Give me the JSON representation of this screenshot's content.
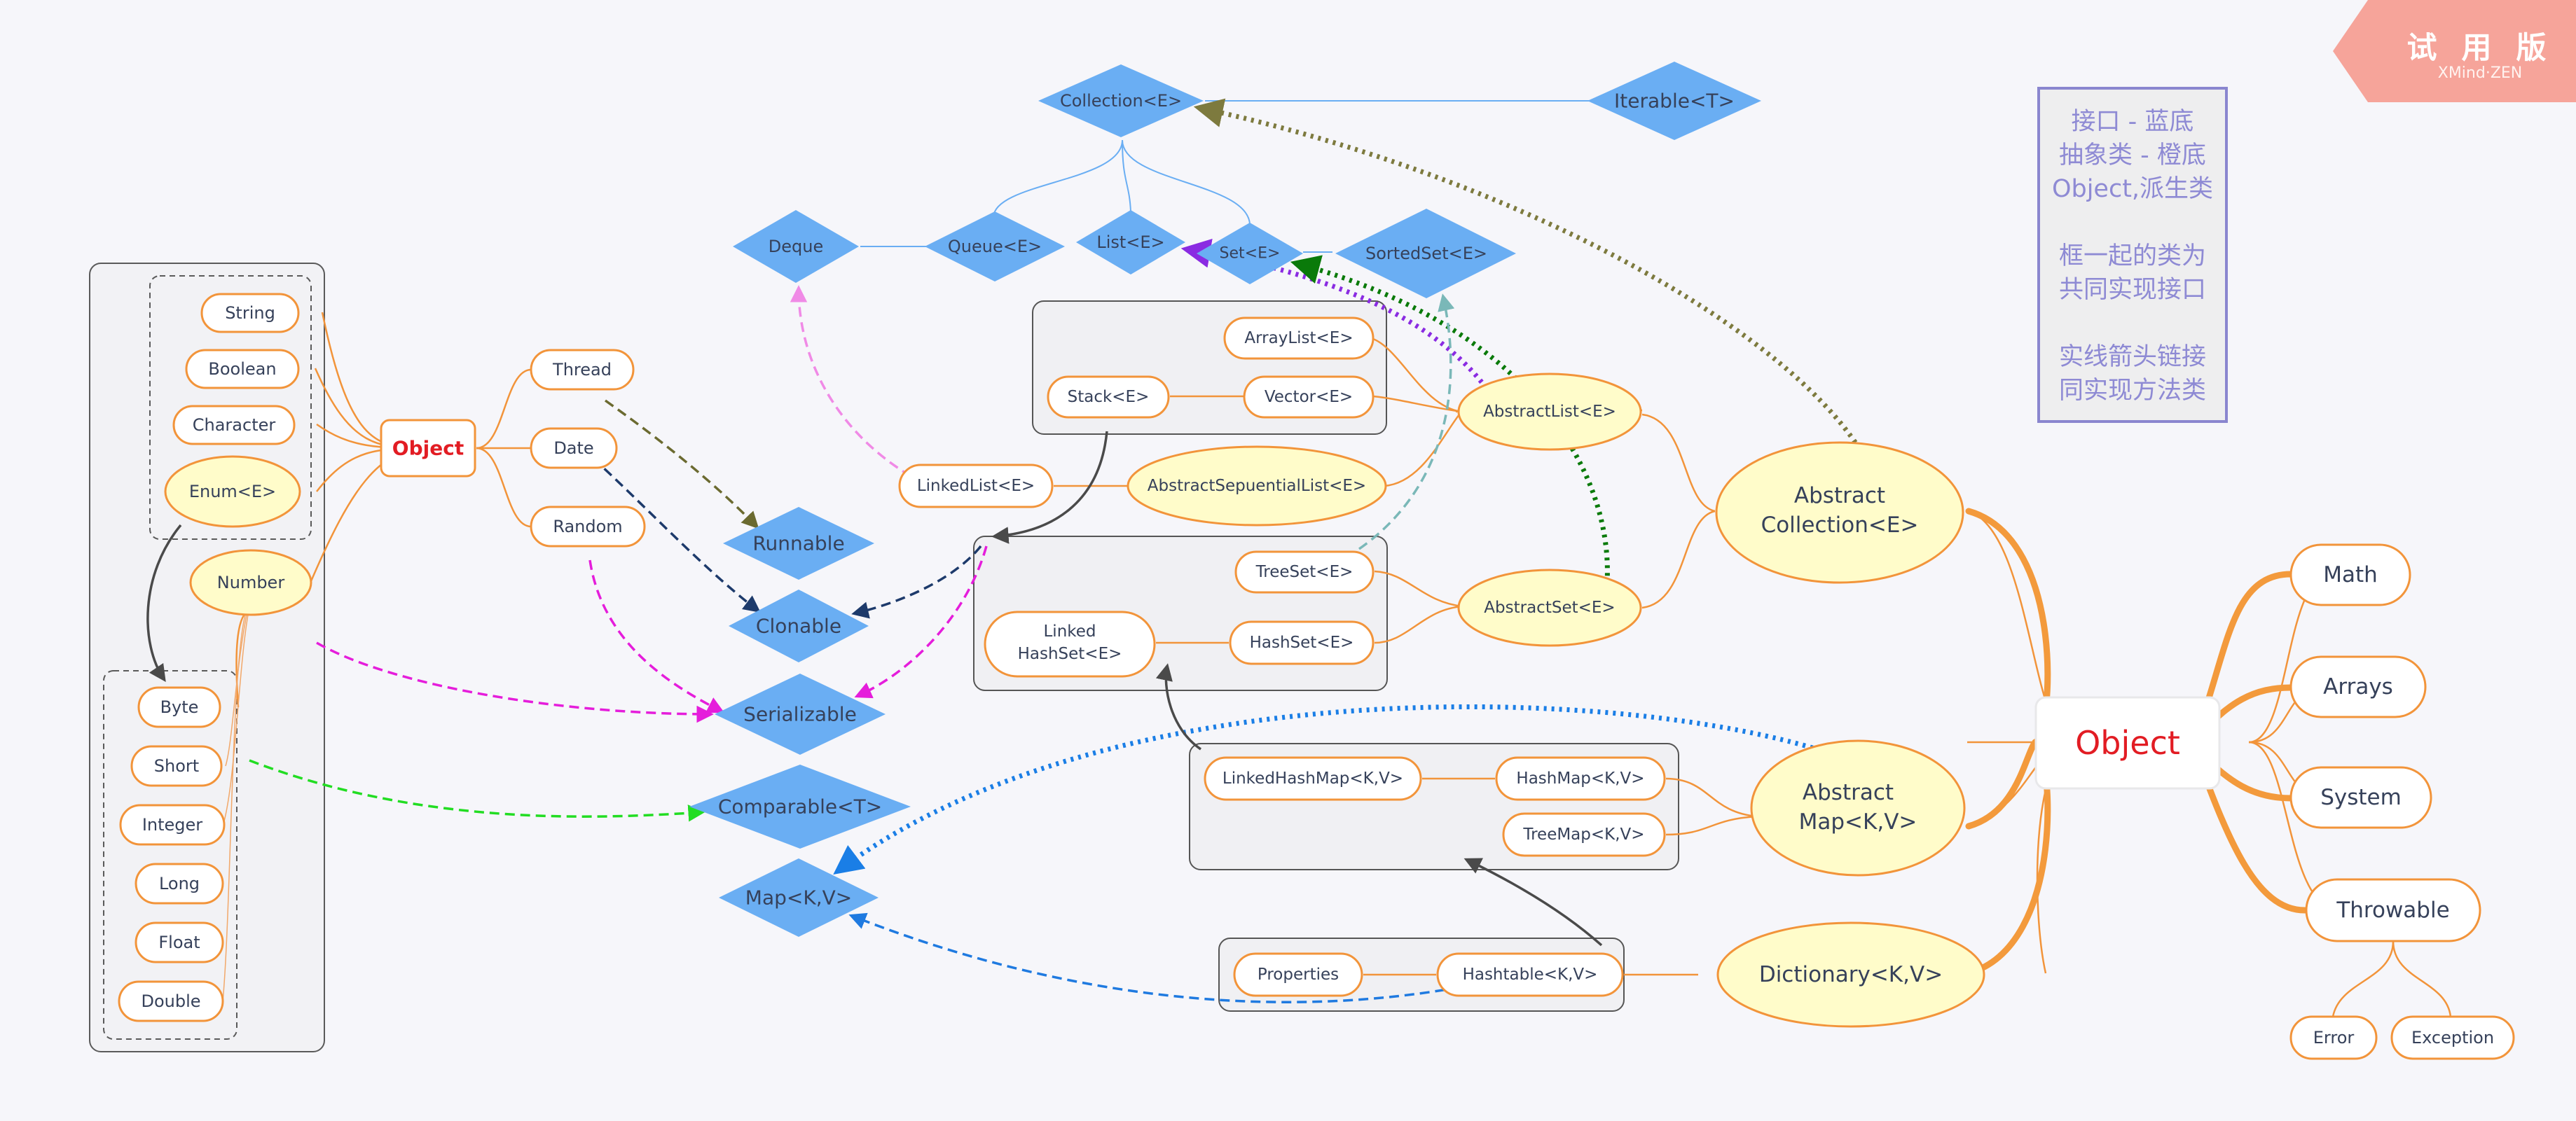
{
  "watermark": {
    "main": "试 用 版",
    "sub": "XMind·ZEN"
  },
  "legend": [
    "接口 - 蓝底",
    "抽象类 - 橙底",
    "Object,派生类",
    "",
    "框一起的类为",
    "共同实现接口",
    "",
    "实线箭头链接",
    "同实现方法类"
  ],
  "colors": {
    "interface": "#6aaef3",
    "class_border": "#f2943a",
    "abstract_fill": "#fffcca",
    "object_text": "#e21c23",
    "group_box": "#f0f0f3"
  },
  "nodes": {
    "collection": "Collection<E>",
    "iterable": "Iterable<T>",
    "deque": "Deque",
    "queue": "Queue<E>",
    "list": "List<E>",
    "set": "Set<E>",
    "sortedset": "SortedSet<E>",
    "runnable": "Runnable",
    "clonable": "Clonable",
    "serializable": "Serializable",
    "comparable": "Comparable<T>",
    "map": "Map<K,V>",
    "string": "String",
    "boolean": "Boolean",
    "character": "Character",
    "enum": "Enum<E>",
    "number": "Number",
    "byte": "Byte",
    "short": "Short",
    "integer": "Integer",
    "long": "Long",
    "float": "Float",
    "double": "Double",
    "object_small": "Object",
    "thread": "Thread",
    "date": "Date",
    "random": "Random",
    "arraylist": "ArrayList<E>",
    "stack": "Stack<E>",
    "vector": "Vector<E>",
    "linkedlist": "LinkedList<E>",
    "abstract_seq_list": "AbstractSepuentialList<E>",
    "abstract_list": "AbstractList<E>",
    "treeset": "TreeSet<E>",
    "linked_hashset_1": "Linked",
    "linked_hashset_2": "HashSet<E>",
    "hashset": "HashSet<E>",
    "abstract_set": "AbstractSet<E>",
    "abstract_collection_1": "Abstract",
    "abstract_collection_2": "Collection<E>",
    "linked_hashmap": "LinkedHashMap<K,V>",
    "hashmap": "HashMap<K,V>",
    "treemap": "TreeMap<K,V>",
    "abstract_map_1": "Abstract",
    "abstract_map_2": "Map<K,V>",
    "properties": "Properties",
    "hashtable": "Hashtable<K,V>",
    "dictionary": "Dictionary<K,V>",
    "object_center": "Object",
    "math": "Math",
    "arrays": "Arrays",
    "system": "System",
    "throwable": "Throwable",
    "error": "Error",
    "exception": "Exception"
  }
}
